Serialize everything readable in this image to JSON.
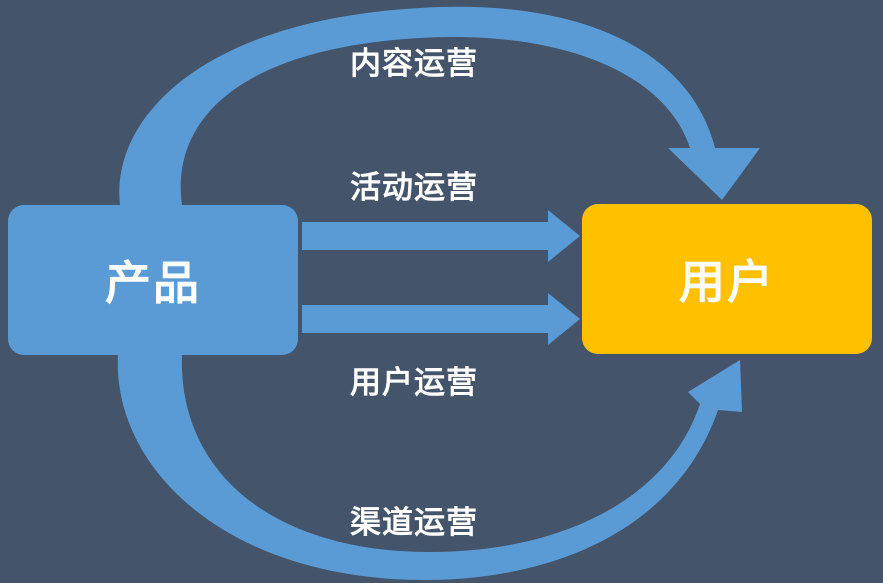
{
  "nodes": {
    "product": "产品",
    "user": "用户"
  },
  "edges": {
    "content_operation": "内容运营",
    "activity_operation": "活动运营",
    "user_operation": "用户运营",
    "channel_operation": "渠道运营"
  },
  "colors": {
    "background": "#44546a",
    "product_box": "#5b9bd5",
    "user_box": "#ffc000",
    "arrow": "#5b9bd5",
    "text": "#ffffff"
  }
}
